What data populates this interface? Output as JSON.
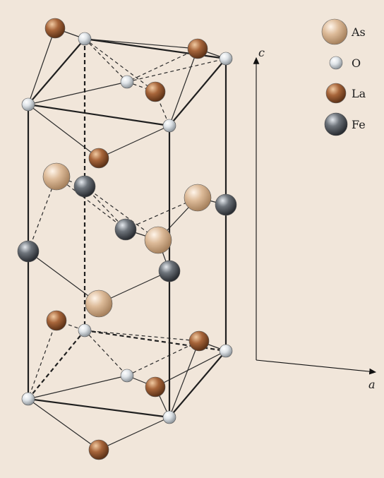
{
  "legend": {
    "items": [
      {
        "label": "As",
        "color": "#d7b493",
        "kind": "as"
      },
      {
        "label": "O",
        "color": "#d8dde2",
        "kind": "o"
      },
      {
        "label": "La",
        "color": "#9a5d2f",
        "kind": "la"
      },
      {
        "label": "Fe",
        "color": "#5b5f66",
        "kind": "fe"
      }
    ]
  },
  "axes": {
    "c": "c",
    "a": "a"
  }
}
